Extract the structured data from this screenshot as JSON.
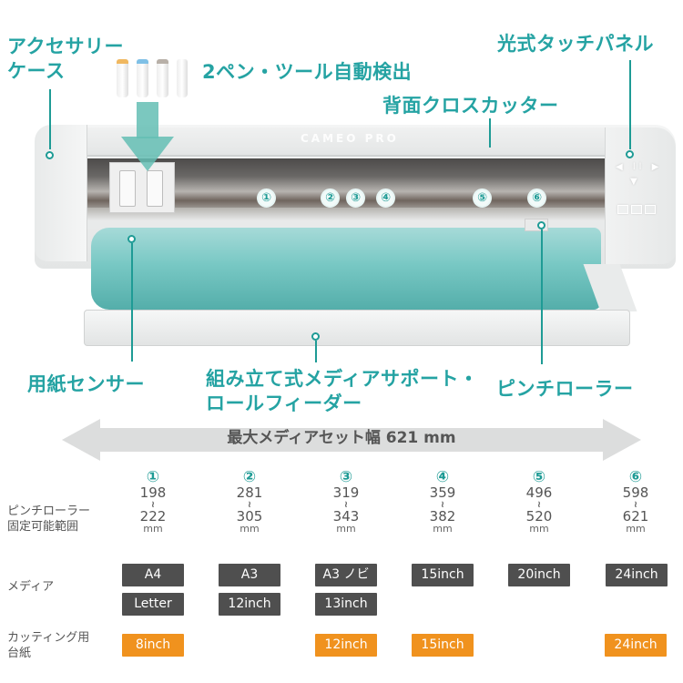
{
  "callouts": {
    "accessory_case": [
      "アクセサリー",
      "ケース"
    ],
    "pen_detect": "2ペン・ツール自動検出",
    "cross_cutter": "背面クロスカッター",
    "touch_panel": "光式タッチパネル",
    "paper_sensor": "用紙センサー",
    "media_support": [
      "組み立て式メディアサポート・",
      "ロールフィーダー"
    ],
    "pinch_roller": "ピンチローラー"
  },
  "machine": {
    "logo": "CAMEO PRO",
    "roller_markers": [
      "①",
      "②",
      "③",
      "④",
      "⑤",
      "⑥"
    ],
    "panel_icons": "◀ ll ▶",
    "panel_down": "▼"
  },
  "width": {
    "label": "最大メディアセット幅 621 mm"
  },
  "table": {
    "row_labels": {
      "pinch_range": [
        "ピンチローラー",
        "固定可能範囲"
      ],
      "media": "メディア",
      "mat": [
        "カッティング用",
        "台紙"
      ]
    },
    "columns": [
      {
        "num": "①",
        "min": "198",
        "max": "222",
        "unit": "mm",
        "media": [
          "A4",
          "Letter"
        ],
        "mat": "8inch"
      },
      {
        "num": "②",
        "min": "281",
        "max": "305",
        "unit": "mm",
        "media": [
          "A3",
          "12inch"
        ],
        "mat": ""
      },
      {
        "num": "③",
        "min": "319",
        "max": "343",
        "unit": "mm",
        "media": [
          "A3 ノビ",
          "13inch"
        ],
        "mat": "12inch"
      },
      {
        "num": "④",
        "min": "359",
        "max": "382",
        "unit": "mm",
        "media": [
          "15inch"
        ],
        "mat": "15inch"
      },
      {
        "num": "⑤",
        "min": "496",
        "max": "520",
        "unit": "mm",
        "media": [
          "20inch"
        ],
        "mat": ""
      },
      {
        "num": "⑥",
        "min": "598",
        "max": "621",
        "unit": "mm",
        "media": [
          "24inch"
        ],
        "mat": "24inch"
      }
    ],
    "tilde": "≀"
  },
  "colors": {
    "accent_teal": "#25a3a3",
    "media_tag": "#4f4f4f",
    "mat_tag": "#f0921e",
    "width_arrow": "#dcdddd"
  }
}
